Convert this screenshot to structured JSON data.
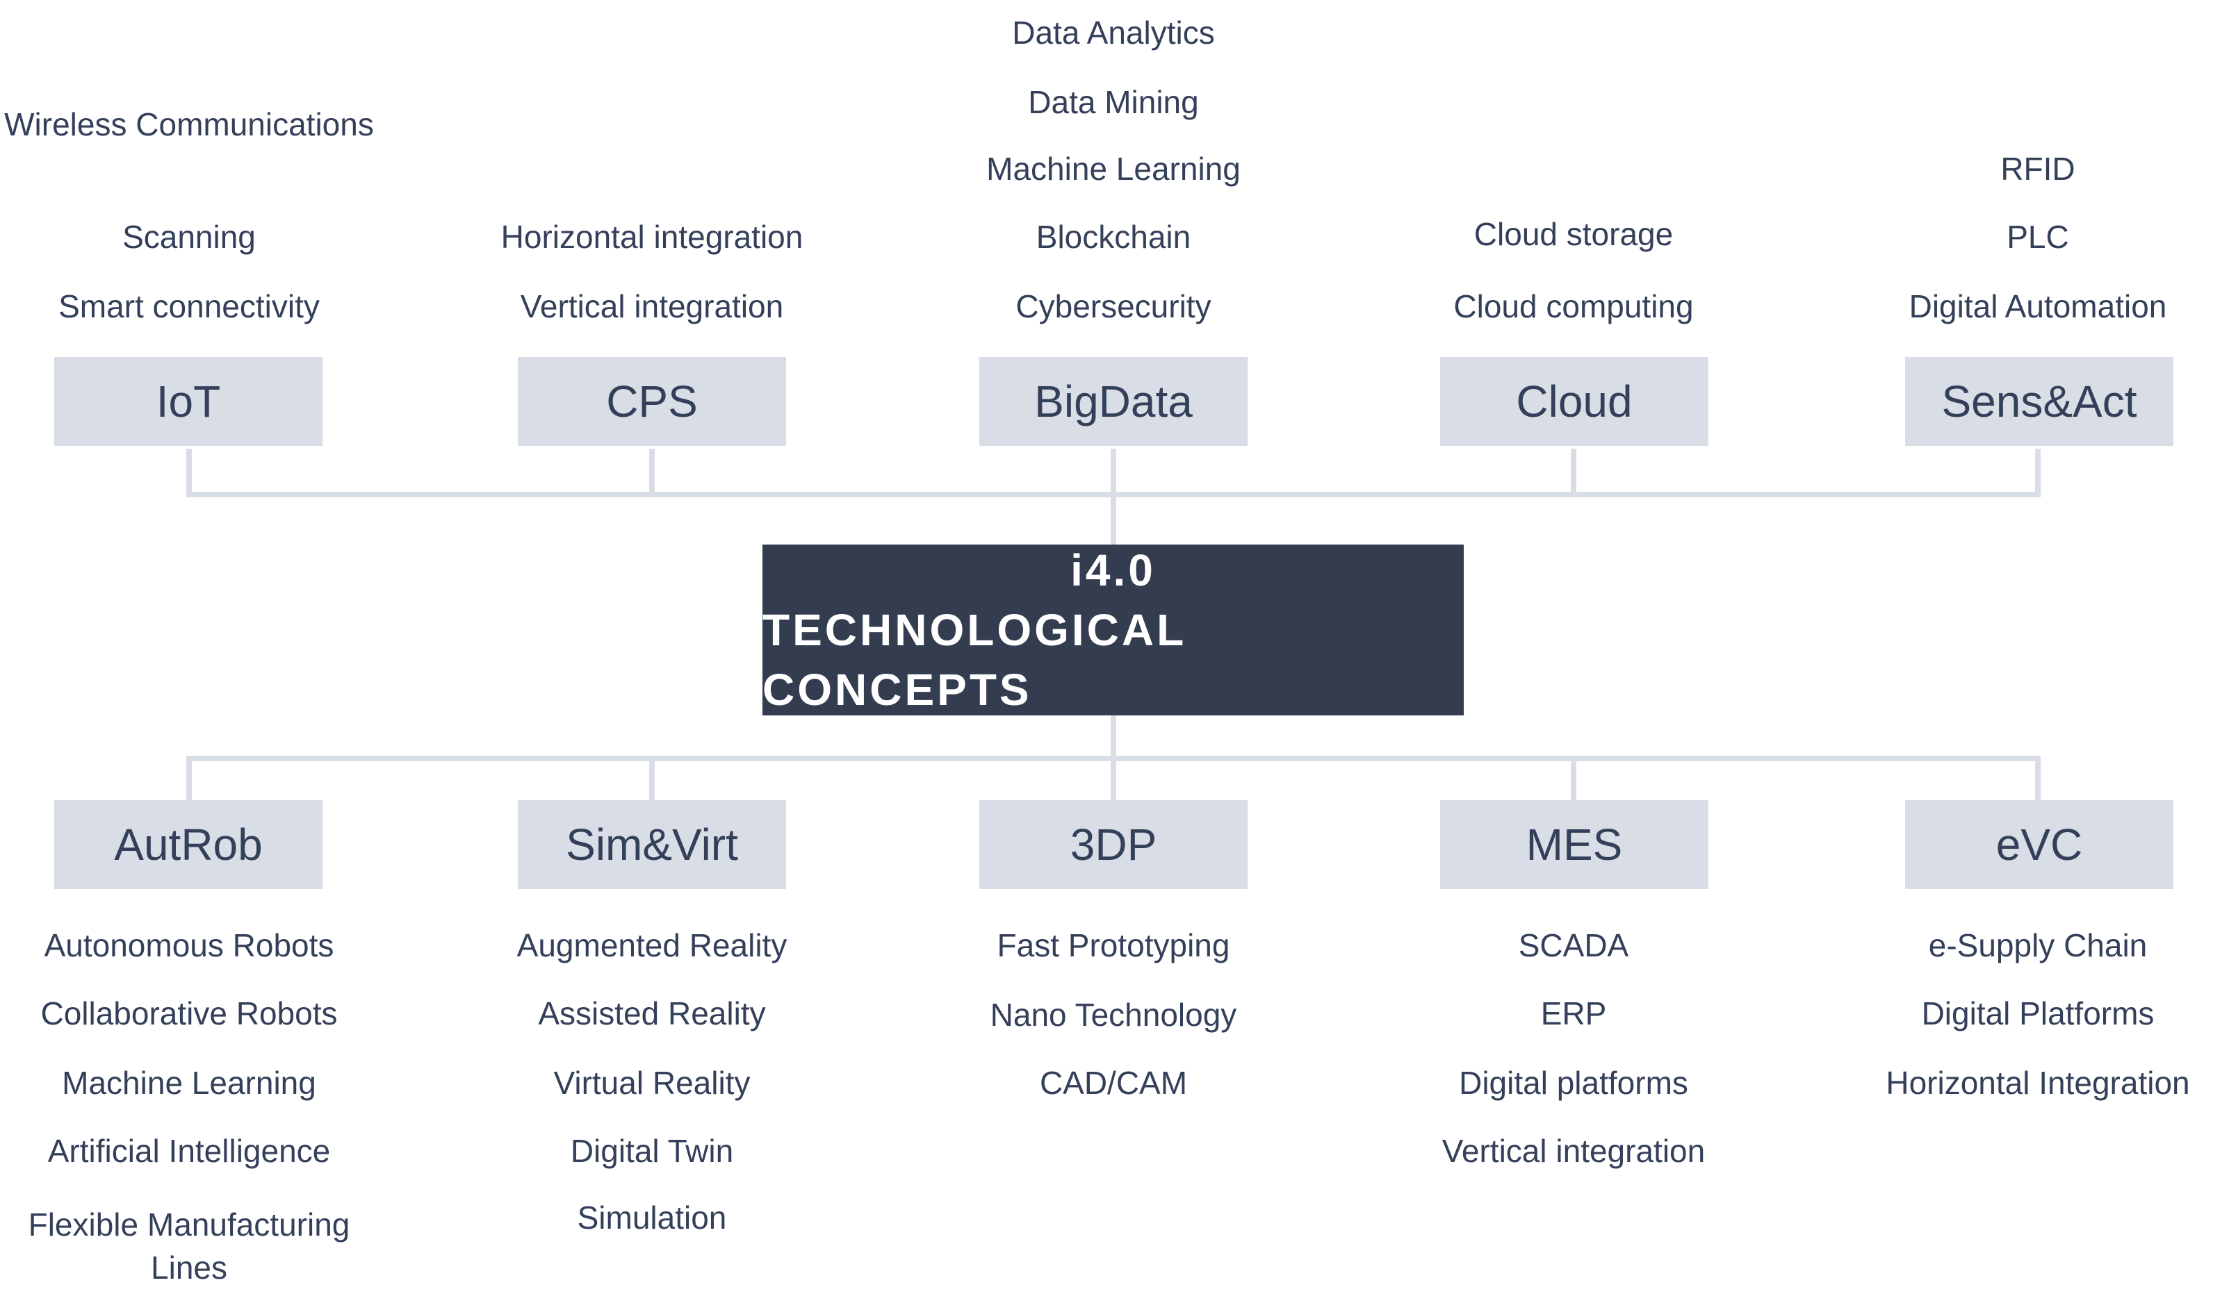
{
  "core": {
    "line1": "i4.0",
    "line2": "TECHNOLOGICAL CONCEPTS"
  },
  "top_concepts": [
    {
      "label": "IoT",
      "items": [
        "Wireless Communications",
        "Scanning",
        "Smart connectivity"
      ]
    },
    {
      "label": "CPS",
      "items": [
        "Horizontal integration",
        "Vertical integration"
      ]
    },
    {
      "label": "BigData",
      "items": [
        "Data Analytics",
        "Data Mining",
        "Machine Learning",
        "Blockchain",
        "Cybersecurity"
      ]
    },
    {
      "label": "Cloud",
      "items": [
        "Cloud storage",
        "Cloud computing"
      ]
    },
    {
      "label": "Sens&Act",
      "items": [
        "RFID",
        "PLC",
        "Digital Automation"
      ]
    }
  ],
  "bottom_concepts": [
    {
      "label": "AutRob",
      "items": [
        "Autonomous Robots",
        "Collaborative Robots",
        "Machine Learning",
        "Artificial Intelligence",
        "Flexible Manufacturing Lines"
      ]
    },
    {
      "label": "Sim&Virt",
      "items": [
        "Augmented Reality",
        "Assisted Reality",
        "Virtual Reality",
        "Digital Twin",
        "Simulation"
      ]
    },
    {
      "label": "3DP",
      "items": [
        "Fast Prototyping",
        "Nano Technology",
        "CAD/CAM"
      ]
    },
    {
      "label": "MES",
      "items": [
        "SCADA",
        "ERP",
        "Digital platforms",
        "Vertical integration"
      ]
    },
    {
      "label": "eVC",
      "items": [
        "e-Supply Chain",
        "Digital Platforms",
        "Horizontal Integration"
      ]
    }
  ],
  "colors": {
    "concept_box": "#d8dde6",
    "core_box": "#333d4f",
    "connector": "#d8dde6",
    "text": "#34405a"
  }
}
